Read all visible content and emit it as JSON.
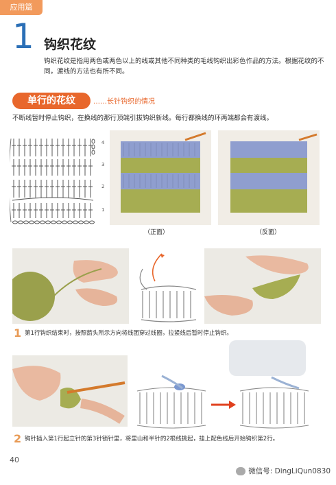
{
  "header": {
    "tab_label": "应用篇"
  },
  "chapter": {
    "number": "1",
    "title": "钩织花纹"
  },
  "intro": "钩织花纹是指用两色或两色以上的线或其他不同种类的毛线钩织出彩色作品的方法。根据花纹的不同，渡线的方法也有所不同。",
  "section": {
    "label": "单行的花纹",
    "sub": "……长针钩织的情况",
    "desc": "不断线暂时停止钩织，在换线的那行顶端引拔钩织新线。每行都换线的环两端都会有渡线。"
  },
  "chart": {
    "row_labels": [
      "4",
      "3",
      "2",
      "1"
    ]
  },
  "photos": {
    "front_caption": "（正面）",
    "back_caption": "（反面）"
  },
  "steps": [
    {
      "num": "1",
      "text": "第1行钩织结束时，按照箭头所示方向将线团穿过线圈，拉紧线后暂时停止钩织。"
    },
    {
      "num": "2",
      "text": "钩针插入第1行起立针的第3针锁针里，将里山和半针的2根线挑起，挂上配色线后开始钩织第2行。"
    }
  ],
  "footer": {
    "page": "40",
    "wechat": "微信号: DingLiQun0830"
  },
  "colors": {
    "accent": "#e8672c",
    "blue": "#2b6fb6",
    "yarn_blue": "#8f9ecf",
    "yarn_green": "#a6ad52"
  }
}
